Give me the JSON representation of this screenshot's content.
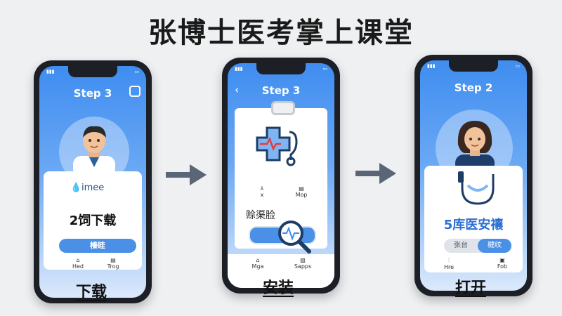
{
  "title": "张博士医考掌上课堂",
  "phones": [
    {
      "step": "Step 3",
      "brand": "imee",
      "main_text": "2饲下载",
      "button": "榛眭",
      "nav": [
        "Hed",
        "Trog"
      ],
      "caption": "下载"
    },
    {
      "step": "Step 3",
      "icons": [
        "x",
        "Mop"
      ],
      "main_text": "赊渠脸",
      "nav": [
        "Mga",
        "Sapps"
      ],
      "caption": "安装"
    },
    {
      "step": "Step 2",
      "main_text": "5库医安禳",
      "buttons": [
        "张台",
        "楗纹"
      ],
      "nav": [
        "Hre",
        "Fob"
      ],
      "caption": "打开"
    }
  ],
  "colors": {
    "primary": "#3f8df0",
    "accent_button": "#4a90e6"
  }
}
